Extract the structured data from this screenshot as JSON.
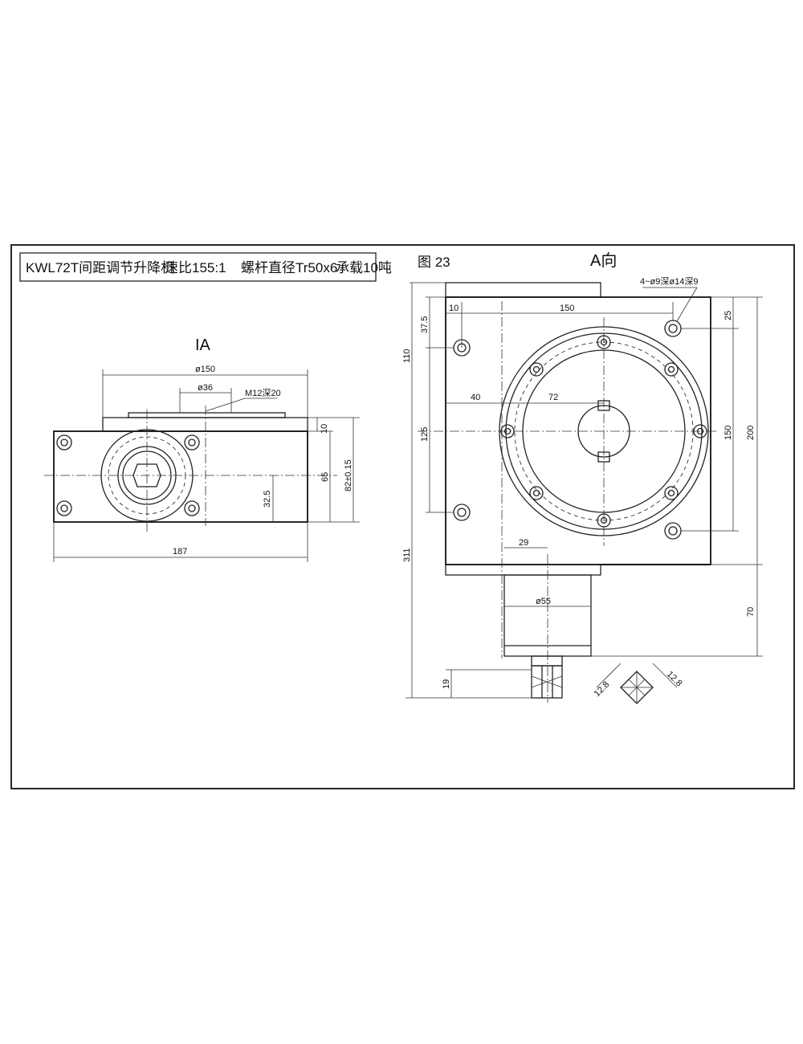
{
  "title_block": {
    "model": "KWL72T间距调节升降机",
    "ratio": "速比155:1",
    "screw": "螺杆直径Tr50x6",
    "load": "承载10吨"
  },
  "figure_number": "图 23",
  "view_left": {
    "label": "IA",
    "dims": {
      "d150": "ø150",
      "d36": "ø36",
      "m12": "M12深20",
      "d10": "10",
      "d65": "65",
      "d82": "82±0.15",
      "d32_5": "32.5",
      "d187": "187"
    }
  },
  "view_right": {
    "label": "A向",
    "dims": {
      "holes": "4~ø9深ø14深9",
      "d10": "10",
      "d150_top": "150",
      "d25": "25",
      "d37_5": "37.5",
      "d110": "110",
      "d40": "40",
      "d72": "72",
      "d125": "125",
      "d150_side": "150",
      "d200": "200",
      "d311": "311",
      "d29": "29",
      "d55": "ø55",
      "d70": "70",
      "d19": "19",
      "d12_8a": "12.8",
      "d12_8b": "12.8"
    }
  }
}
